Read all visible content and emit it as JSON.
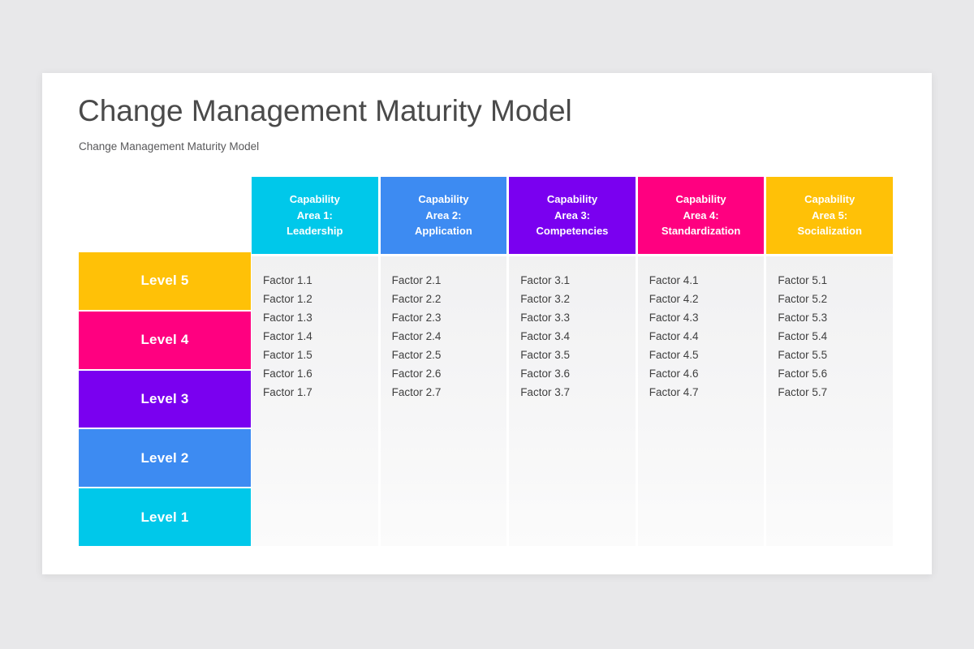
{
  "slide": {
    "title": "Change Management Maturity Model",
    "subtitle": "Change Management Maturity Model"
  },
  "colors": {
    "cyan": "#00c8ea",
    "blue": "#3d8bf2",
    "purple": "#7a00f0",
    "pink": "#ff0080",
    "amber": "#ffc107",
    "card_background": "#ffffff",
    "page_background": "#e8e8ea",
    "title_text": "#4a4a4a",
    "subtitle_text": "#58585a",
    "factor_text": "#3f3f3f",
    "column_body_top": "#f1f1f2",
    "column_body_bottom": "#fbfbfb"
  },
  "levels": [
    {
      "label": "Level 5",
      "color": "#ffc107"
    },
    {
      "label": "Level 4",
      "color": "#ff0080"
    },
    {
      "label": "Level 3",
      "color": "#7a00f0"
    },
    {
      "label": "Level 2",
      "color": "#3d8bf2"
    },
    {
      "label": "Level 1",
      "color": "#00c8ea"
    }
  ],
  "capability_columns": [
    {
      "header_line1": "Capability",
      "header_line2": "Area 1:",
      "header_line3": "Leadership",
      "color": "#00c8ea",
      "factors": [
        "Factor 1.1",
        "Factor 1.2",
        "Factor 1.3",
        "Factor 1.4",
        "Factor 1.5",
        "Factor 1.6",
        "Factor 1.7"
      ]
    },
    {
      "header_line1": "Capability",
      "header_line2": "Area 2:",
      "header_line3": "Application",
      "color": "#3d8bf2",
      "factors": [
        "Factor 2.1",
        "Factor 2.2",
        "Factor 2.3",
        "Factor 2.4",
        "Factor 2.5",
        "Factor 2.6",
        "Factor 2.7"
      ]
    },
    {
      "header_line1": "Capability",
      "header_line2": "Area 3:",
      "header_line3": "Competencies",
      "color": "#7a00f0",
      "factors": [
        "Factor 3.1",
        "Factor 3.2",
        "Factor 3.3",
        "Factor 3.4",
        "Factor 3.5",
        "Factor 3.6",
        "Factor 3.7"
      ]
    },
    {
      "header_line1": "Capability",
      "header_line2": "Area 4:",
      "header_line3": "Standardization",
      "color": "#ff0080",
      "factors": [
        "Factor 4.1",
        "Factor 4.2",
        "Factor 4.3",
        "Factor 4.4",
        "Factor 4.5",
        "Factor 4.6",
        "Factor 4.7"
      ]
    },
    {
      "header_line1": "Capability",
      "header_line2": "Area 5:",
      "header_line3": "Socialization",
      "color": "#ffc107",
      "factors": [
        "Factor 5.1",
        "Factor 5.2",
        "Factor 5.3",
        "Factor 5.4",
        "Factor 5.5",
        "Factor 5.6",
        "Factor 5.7"
      ]
    }
  ]
}
